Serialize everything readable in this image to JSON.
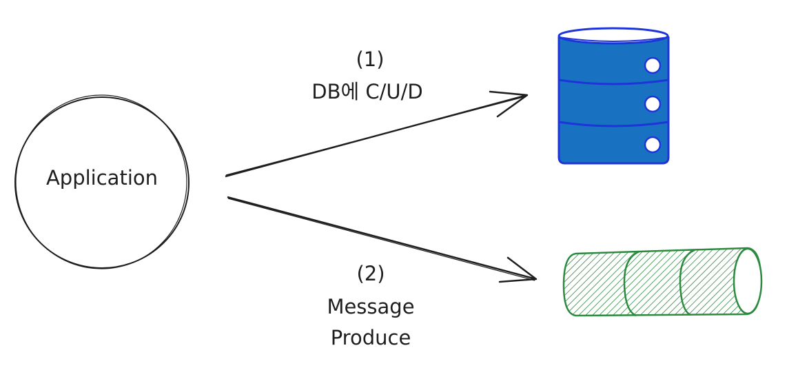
{
  "nodes": {
    "application": {
      "label": "Application"
    },
    "database": {
      "fill_color": "#1971c2",
      "stroke_color": "#1d35d8"
    },
    "queue": {
      "stroke_color": "#2b8a3e"
    }
  },
  "edges": {
    "to_database": {
      "step": "(1)",
      "label": "DB에 C/U/D"
    },
    "to_queue": {
      "step": "(2)",
      "label_line1": "Message",
      "label_line2": "Produce"
    }
  }
}
